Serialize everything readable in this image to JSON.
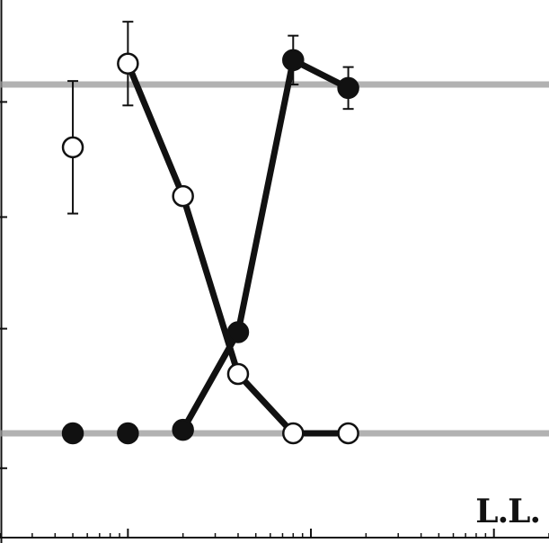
{
  "chart_data": {
    "type": "scatter",
    "xscale": "log",
    "xlim": [
      0.2,
      200
    ],
    "ylim": [
      -0.25,
      1.25
    ],
    "grid": false,
    "annotation": "L.L.",
    "reference_lines": [
      {
        "y": 0,
        "color": "#999999"
      },
      {
        "y": 1,
        "color": "#999999"
      }
    ],
    "series": [
      {
        "marker": "open-circle",
        "x": [
          0.5,
          1,
          2,
          4,
          8,
          16
        ],
        "y": [
          0.82,
          1.06,
          0.68,
          0.17,
          0.0,
          0.0
        ],
        "error": [
          0.19,
          0.12,
          null,
          null,
          null,
          null
        ],
        "connected_from_index": 1,
        "line_color": "#111111"
      },
      {
        "marker": "filled-circle",
        "x": [
          0.5,
          1,
          2,
          4,
          8,
          16
        ],
        "y": [
          0.0,
          0.0,
          0.01,
          0.29,
          1.07,
          0.99
        ],
        "error": [
          null,
          null,
          null,
          null,
          0.07,
          0.06
        ],
        "connected_from_index": 2,
        "line_color": "#111111"
      }
    ]
  }
}
